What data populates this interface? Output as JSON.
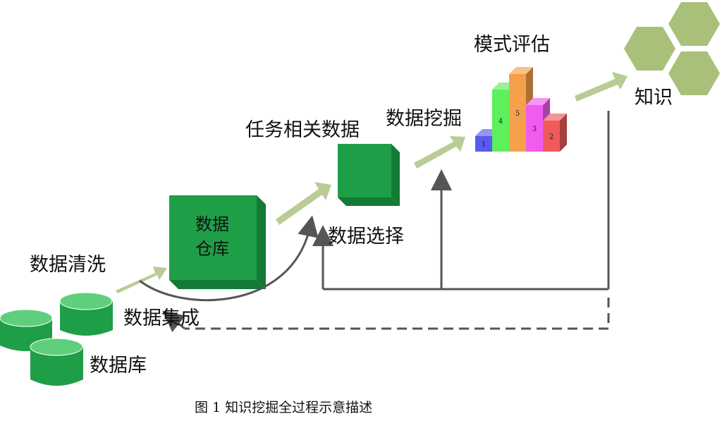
{
  "labels": {
    "data_cleaning": "数据清洗",
    "data_warehouse_line1": "数据",
    "data_warehouse_line2": "仓库",
    "task_relevant_data": "任务相关数据",
    "data_mining": "数据挖掘",
    "pattern_evaluation": "模式评估",
    "knowledge": "知识",
    "data_selection": "数据选择",
    "data_integration": "数据集成",
    "database": "数据库"
  },
  "bars": [
    {
      "label": "1",
      "value": 1,
      "color": "#5a5af0"
    },
    {
      "label": "4",
      "value": 4,
      "color": "#5cf05c"
    },
    {
      "label": "5",
      "value": 5,
      "color": "#f5a04a"
    },
    {
      "label": "3",
      "value": 3,
      "color": "#f05cf0"
    },
    {
      "label": "2",
      "value": 2,
      "color": "#f05a5a"
    }
  ],
  "caption": "图 1 知识挖掘全过程示意描述",
  "colors": {
    "cube_front": "#1f9e48",
    "cube_top": "#5fcf7c",
    "cube_side": "#137a34",
    "arrow": "#b9cc96",
    "hexagon": "#a9c07a",
    "line": "#555555"
  }
}
